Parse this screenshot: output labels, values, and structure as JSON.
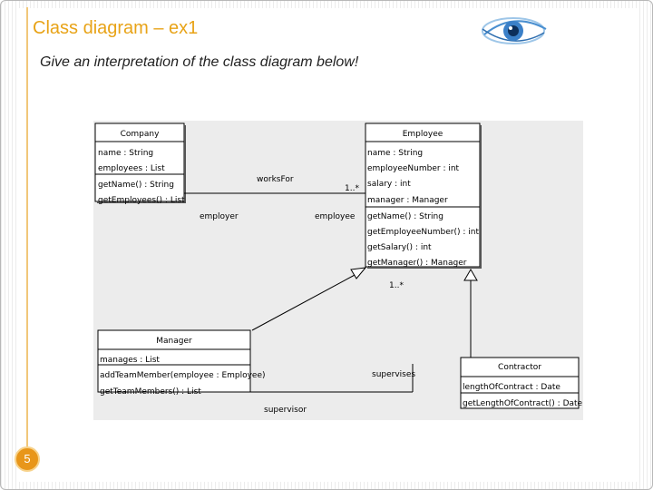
{
  "slide": {
    "title": "Class diagram – ex1",
    "subtitle": "Give an interpretation of the class diagram below!",
    "page_number": "5"
  },
  "diagram": {
    "classes": {
      "company": {
        "name": "Company",
        "attributes": [
          "name : String",
          "employees : List"
        ],
        "operations": [
          "getName() : String",
          "getEmployees() : List"
        ]
      },
      "employee": {
        "name": "Employee",
        "attributes": [
          "name : String",
          "employeeNumber : int",
          "salary : int",
          "manager : Manager"
        ],
        "operations": [
          "getName() : String",
          "getEmployeeNumber() : int",
          "getSalary() : int",
          "getManager() : Manager"
        ]
      },
      "manager": {
        "name": "Manager",
        "attributes": [
          "manages : List"
        ],
        "operations": [
          "addTeamMember(employee : Employee)",
          "getTeamMembers() : List"
        ]
      },
      "contractor": {
        "name": "Contractor",
        "attributes": [
          "lengthOfContract : Date"
        ],
        "operations": [
          "getLengthOfContract() : Date"
        ]
      }
    },
    "labels": {
      "works_for": "worksFor",
      "multiplicity_company_side": "1..*",
      "employer": "employer",
      "employee": "employee",
      "multiplicity_manager_side": "1..*",
      "supervises": "supervises",
      "supervisor": "supervisor"
    }
  },
  "colors": {
    "title": "#e8a317",
    "diagram_bg": "#ececec",
    "page_badge": "#e8961a"
  }
}
